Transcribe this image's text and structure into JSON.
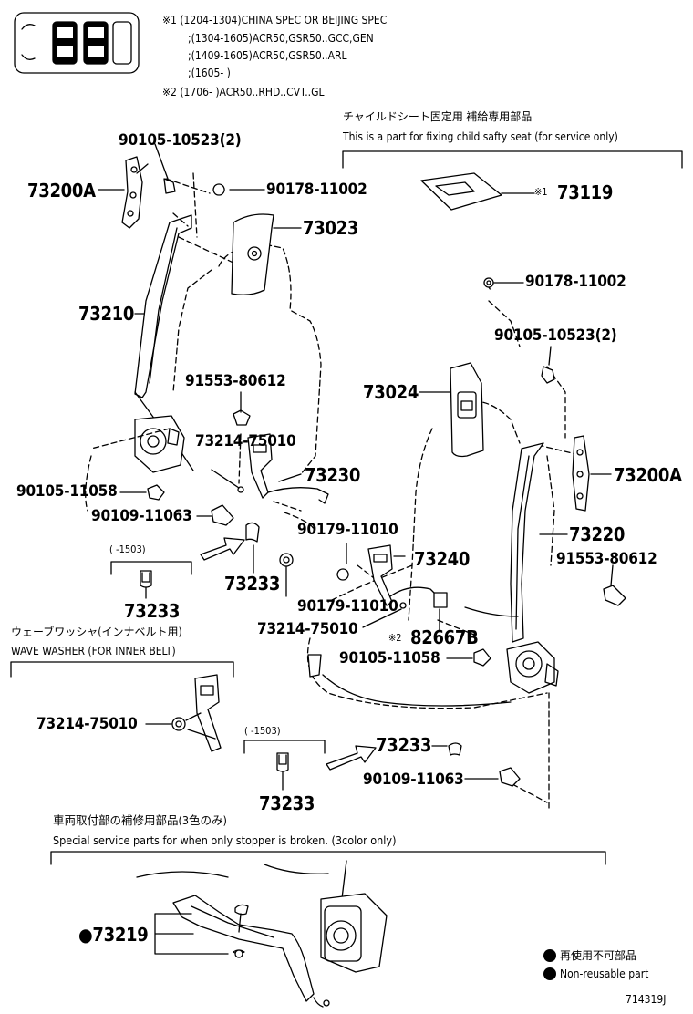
{
  "applicability": [
    "※1 (1204-1304)CHINA SPEC OR BEIJING SPEC",
    ";(1304-1605)ACR50,GSR50..GCC,GEN",
    ";(1409-1605)ACR50,GSR50..ARL",
    ";(1605-        )",
    "※2 (1706-        )ACR50..RHD..CVT..GL"
  ],
  "child_seat": {
    "jp": "チャイルドシート固定用  補給専用部品",
    "en": "This is a part for fixing child safty seat (for service only)",
    "part_mark": "※1",
    "part": "73119"
  },
  "labels": {
    "p1": "90105-10523(2)",
    "p2": "73200A",
    "p3": "90178-11002",
    "p4": "73023",
    "p5": "73210",
    "p6": "91553-80612",
    "p7": "73214-75010",
    "p8": "73230",
    "p9": "90105-11058",
    "p10": "90109-11063",
    "p11": "73233",
    "p12": "90179-11010",
    "p13": "73214-75010",
    "p14": "90178-11002",
    "p15": "90105-10523(2)",
    "p16": "73024",
    "p17": "73200A",
    "p18": "73220",
    "p19": "91553-80612",
    "p20": "90179-11010",
    "p21": "73240",
    "p22": "82667B",
    "p22_mark": "※2",
    "p23": "90105-11058",
    "p24": "73233",
    "p25": "90109-11063",
    "p26": "73214-75010",
    "p27": "73233",
    "p28": "73233",
    "p29": "●73219"
  },
  "range_left": "(      -1503)",
  "range_right": "(      -1503)",
  "wave_washer": {
    "jp": "ウェーブワッシャ(インナベルト用)",
    "en": "WAVE WASHER (FOR INNER BELT)"
  },
  "stopper": {
    "jp": "車両取付部の補修用部品(3色のみ)",
    "en": "Special service parts for when only stopper is broken. (3color only)"
  },
  "legend": {
    "jp": "再使用不可部品",
    "en": "Non-reusable part"
  },
  "diagram_id": "714319J"
}
